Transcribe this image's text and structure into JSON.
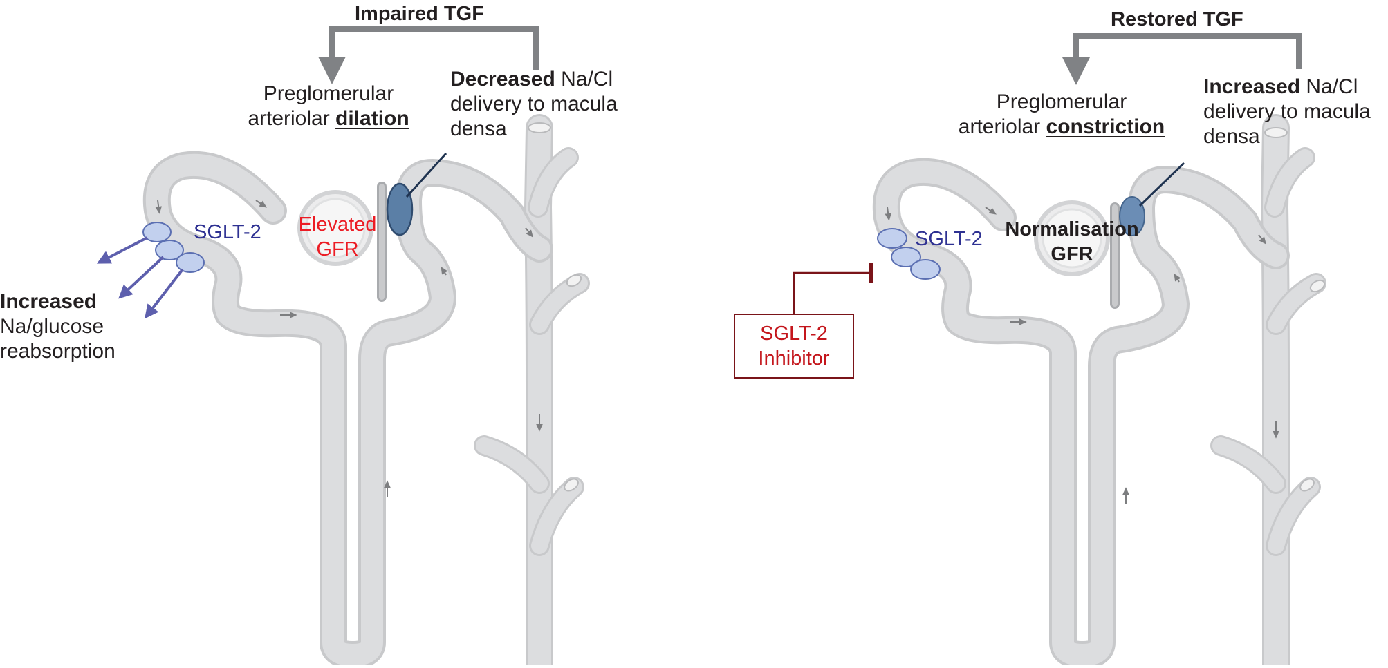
{
  "left_panel": {
    "tgf_label": "Impaired TGF",
    "pre_line1": "Preglomerular",
    "pre_line2_a": "arteriolar ",
    "pre_line2_b": "dilation",
    "delivery_line1_a": "Decreased",
    "delivery_line1_b": " Na/Cl",
    "delivery_line2": "delivery to macula",
    "delivery_line3": "densa",
    "sglt_label": "SGLT-2",
    "gfr_line1": "Elevated",
    "gfr_line2": "GFR",
    "reabs_line1": "Increased",
    "reabs_line2": "Na/glucose",
    "reabs_line3": "reabsorption"
  },
  "right_panel": {
    "tgf_label": "Restored TGF",
    "pre_line1": "Preglomerular",
    "pre_line2_a": "arteriolar ",
    "pre_line2_b": "constriction",
    "delivery_line1_a": "Increased",
    "delivery_line1_b": " Na/Cl",
    "delivery_line2": "delivery to macula",
    "delivery_line3": "densa",
    "sglt_label": "SGLT-2",
    "gfr_line1": "Normalisation",
    "gfr_line2": "GFR",
    "inhibitor_line1": "SGLT-2",
    "inhibitor_line2": "Inhibitor"
  },
  "colors": {
    "tubule": "#dcdddf",
    "tubule_edge": "#c8c9cb",
    "feedback_arrow": "#808285",
    "sglt_fill": "#c2d0ee",
    "sglt_stroke": "#5b6fb2",
    "macula_densa": "#5b7fa6",
    "reabsorption_arrow": "#5d5fad",
    "elevated_text": "#ec1c24",
    "inhibitor": "#7a1419"
  }
}
